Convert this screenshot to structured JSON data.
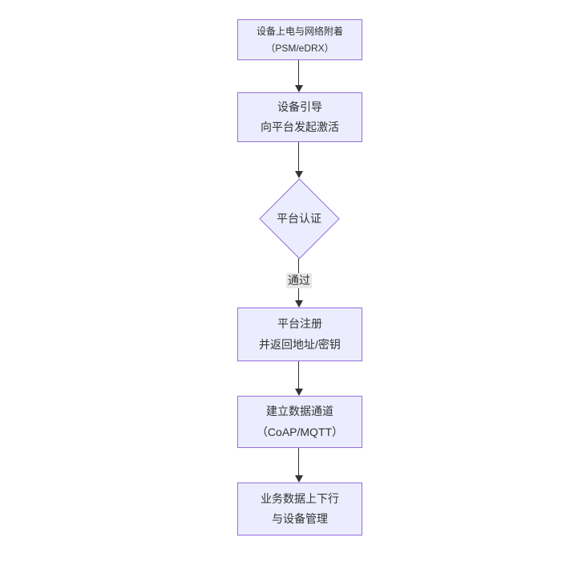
{
  "diagram": {
    "type": "flowchart",
    "direction": "top-down",
    "colors": {
      "node_fill": "#ECECFF",
      "node_border": "#9370DB",
      "edge_line": "#333333",
      "text": "#333333",
      "edge_label_bg": "#e8e8e8",
      "background": "#ffffff"
    },
    "nodes": [
      {
        "id": "power-attach",
        "shape": "rect",
        "label": "设备上电与网络附着\n（PSM/eDRX）"
      },
      {
        "id": "bootstrap",
        "shape": "rect",
        "label": "设备引导\n向平台发起激活"
      },
      {
        "id": "platform-auth",
        "shape": "diamond",
        "label": "平台认证"
      },
      {
        "id": "platform-register",
        "shape": "rect",
        "label": "平台注册\n并返回地址/密钥"
      },
      {
        "id": "data-channel",
        "shape": "rect",
        "label": "建立数据通道\n（CoAP/MQTT）"
      },
      {
        "id": "business-data",
        "shape": "rect",
        "label": "业务数据上下行\n与设备管理"
      }
    ],
    "edges": [
      {
        "from": "power-attach",
        "to": "bootstrap",
        "label": ""
      },
      {
        "from": "bootstrap",
        "to": "platform-auth",
        "label": ""
      },
      {
        "from": "platform-auth",
        "to": "platform-register",
        "label": "通过"
      },
      {
        "from": "platform-register",
        "to": "data-channel",
        "label": ""
      },
      {
        "from": "data-channel",
        "to": "business-data",
        "label": ""
      }
    ]
  }
}
